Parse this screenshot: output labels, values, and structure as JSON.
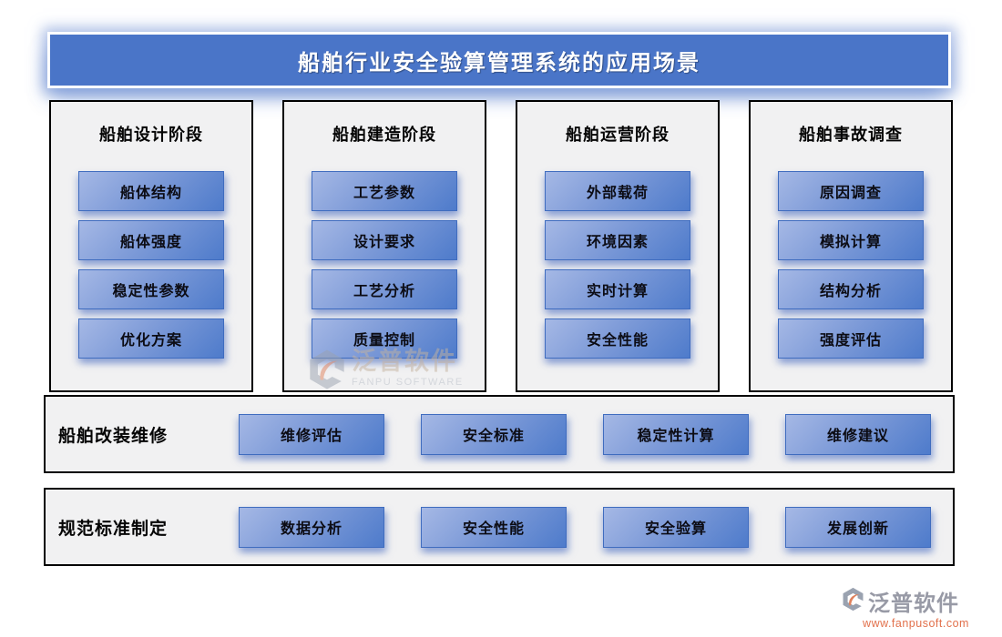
{
  "title": "船舶行业安全验算管理系统的应用场景",
  "columns": [
    {
      "header": "船舶设计阶段",
      "items": [
        "船体结构",
        "船体强度",
        "稳定性参数",
        "优化方案"
      ]
    },
    {
      "header": "船舶建造阶段",
      "items": [
        "工艺参数",
        "设计要求",
        "工艺分析",
        "质量控制"
      ]
    },
    {
      "header": "船舶运营阶段",
      "items": [
        "外部载荷",
        "环境因素",
        "实时计算",
        "安全性能"
      ]
    },
    {
      "header": "船舶事故调查",
      "items": [
        "原因调查",
        "模拟计算",
        "结构分析",
        "强度评估"
      ]
    }
  ],
  "bands": [
    {
      "label": "船舶改装维修",
      "items": [
        "维修评估",
        "安全标准",
        "稳定性计算",
        "维修建议"
      ]
    },
    {
      "label": "规范标准制定",
      "items": [
        "数据分析",
        "安全性能",
        "安全验算",
        "发展创新"
      ]
    }
  ],
  "watermark": {
    "name": "泛普软件",
    "subtitle": "FANPU SOFTWARE"
  },
  "brand": {
    "name": "泛普软件",
    "website": "www.fanpusoft.com"
  },
  "colors": {
    "accent": "#4472c4",
    "banner_blue": "#4a75c8",
    "button_gradient_start": "#a5b8e5",
    "button_gradient_end": "#4e7bcb",
    "panel_bg": "#f1f1f2",
    "panel_border": "#000000",
    "brand_gray": "#989aa6",
    "brand_orange": "#e2714c"
  }
}
